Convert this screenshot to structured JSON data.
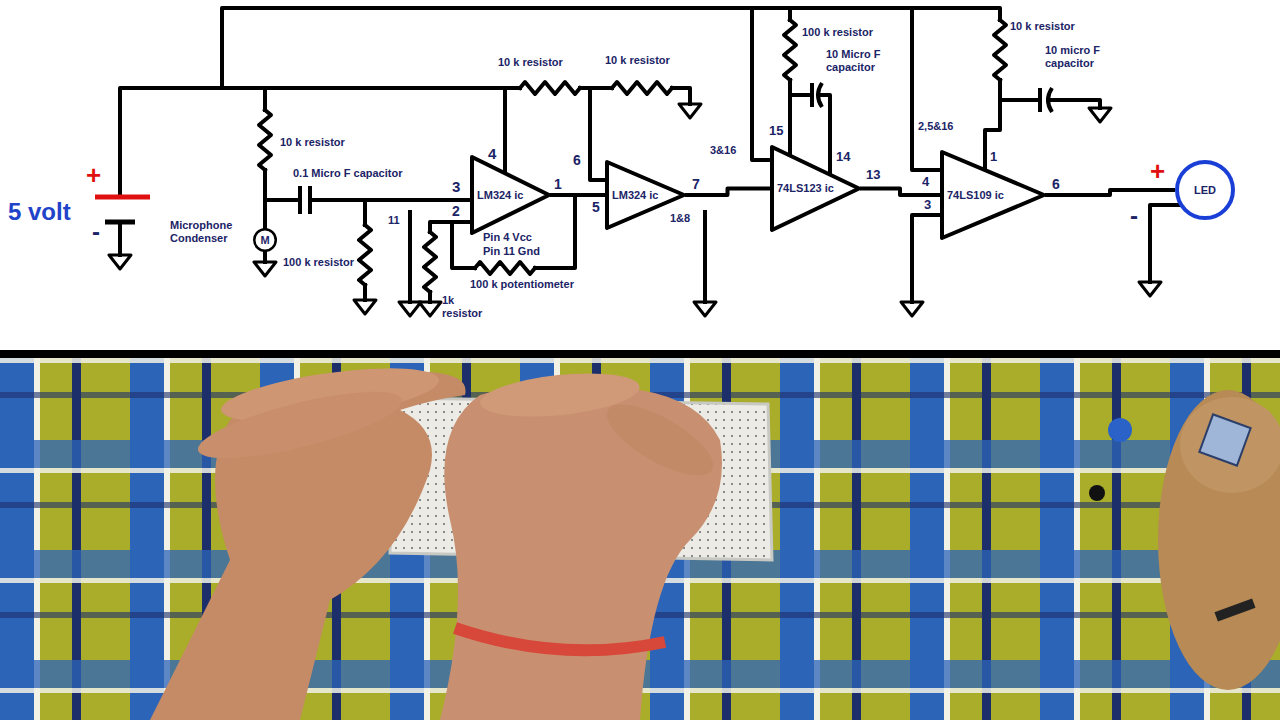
{
  "diagram": {
    "nodes": [
      {
        "text": [
          "M"
        ]
      },
      {
        "text": [
          "LM324 ic"
        ]
      },
      {
        "text": [
          "LM324 ic"
        ]
      },
      {
        "text": [
          "74LS123 ic"
        ]
      },
      {
        "text": [
          "74LS109 ic"
        ]
      },
      {
        "text": [
          "LED"
        ]
      }
    ],
    "edges": [
      {
        "from": 1,
        "to": 2,
        "arrow": "none"
      },
      {
        "from": 2,
        "to": 3,
        "arrow": "none"
      },
      {
        "from": 3,
        "to": 4,
        "arrow": "none"
      },
      {
        "from": 4,
        "to": 5,
        "arrow": "none"
      }
    ],
    "labels": [
      "+",
      "5 volt",
      "-",
      "10 k resistor",
      "0.1 Micro F capacitor",
      "Microphone Condenser",
      "100 k resistor",
      "11",
      "3",
      "4",
      "2",
      "1",
      "Pin 4 Vcc",
      "Pin 11 Gnd",
      "1k resistor",
      "100 k potentiometer",
      "10 k resistor",
      "10 k resistor",
      "6",
      "5",
      "7",
      "1&8",
      "3&16",
      "15",
      "100 k resistor",
      "10 Micro F capacitor",
      "14",
      "13",
      "2,5&16",
      "4",
      "3",
      "1",
      "10 k resistor",
      "10 micro F capacitor",
      "6",
      "+",
      "-"
    ]
  }
}
